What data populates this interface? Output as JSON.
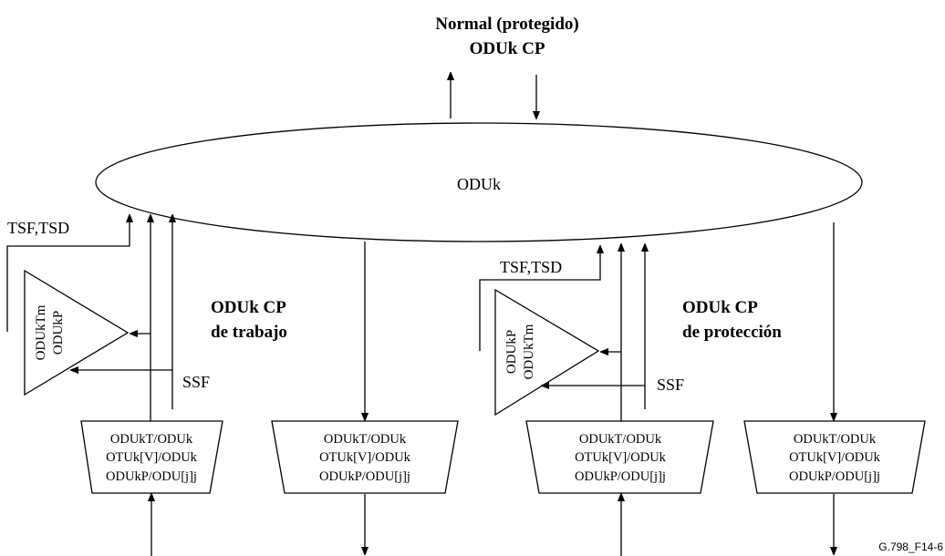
{
  "top_label": {
    "line1": "Normal (protegido)",
    "line2": "ODUk CP"
  },
  "ellipse_label": "ODUk",
  "left_block": {
    "status": "TSF,TSD",
    "ssf": "SSF",
    "triangle": {
      "line1": "ODUkTm",
      "line2": "ODUkP"
    },
    "title": {
      "line1": "ODUk CP",
      "line2": "de trabajo"
    }
  },
  "right_block": {
    "status": "TSF,TSD",
    "ssf": "SSF",
    "triangle": {
      "line1": "ODUkP",
      "line2": "ODUkTm"
    },
    "title": {
      "line1": "ODUk CP",
      "line2": "de protección"
    }
  },
  "adapters": [
    {
      "line1": "ODUkT/ODUk",
      "line2": "OTUk[V]/ODUk",
      "line3": "ODUkP/ODU[j]j"
    },
    {
      "line1": "ODUkT/ODUk",
      "line2": "OTUk[V]/ODUk",
      "line3": "ODUkP/ODU[j]j"
    },
    {
      "line1": "ODUkT/ODUk",
      "line2": "OTUk[V]/ODUk",
      "line3": "ODUkP/ODU[j]j"
    },
    {
      "line1": "ODUkT/ODUk",
      "line2": "OTUk[V]/ODUk",
      "line3": "ODUkP/ODU[j]j"
    }
  ],
  "figure_id": "G.798_F14-6"
}
